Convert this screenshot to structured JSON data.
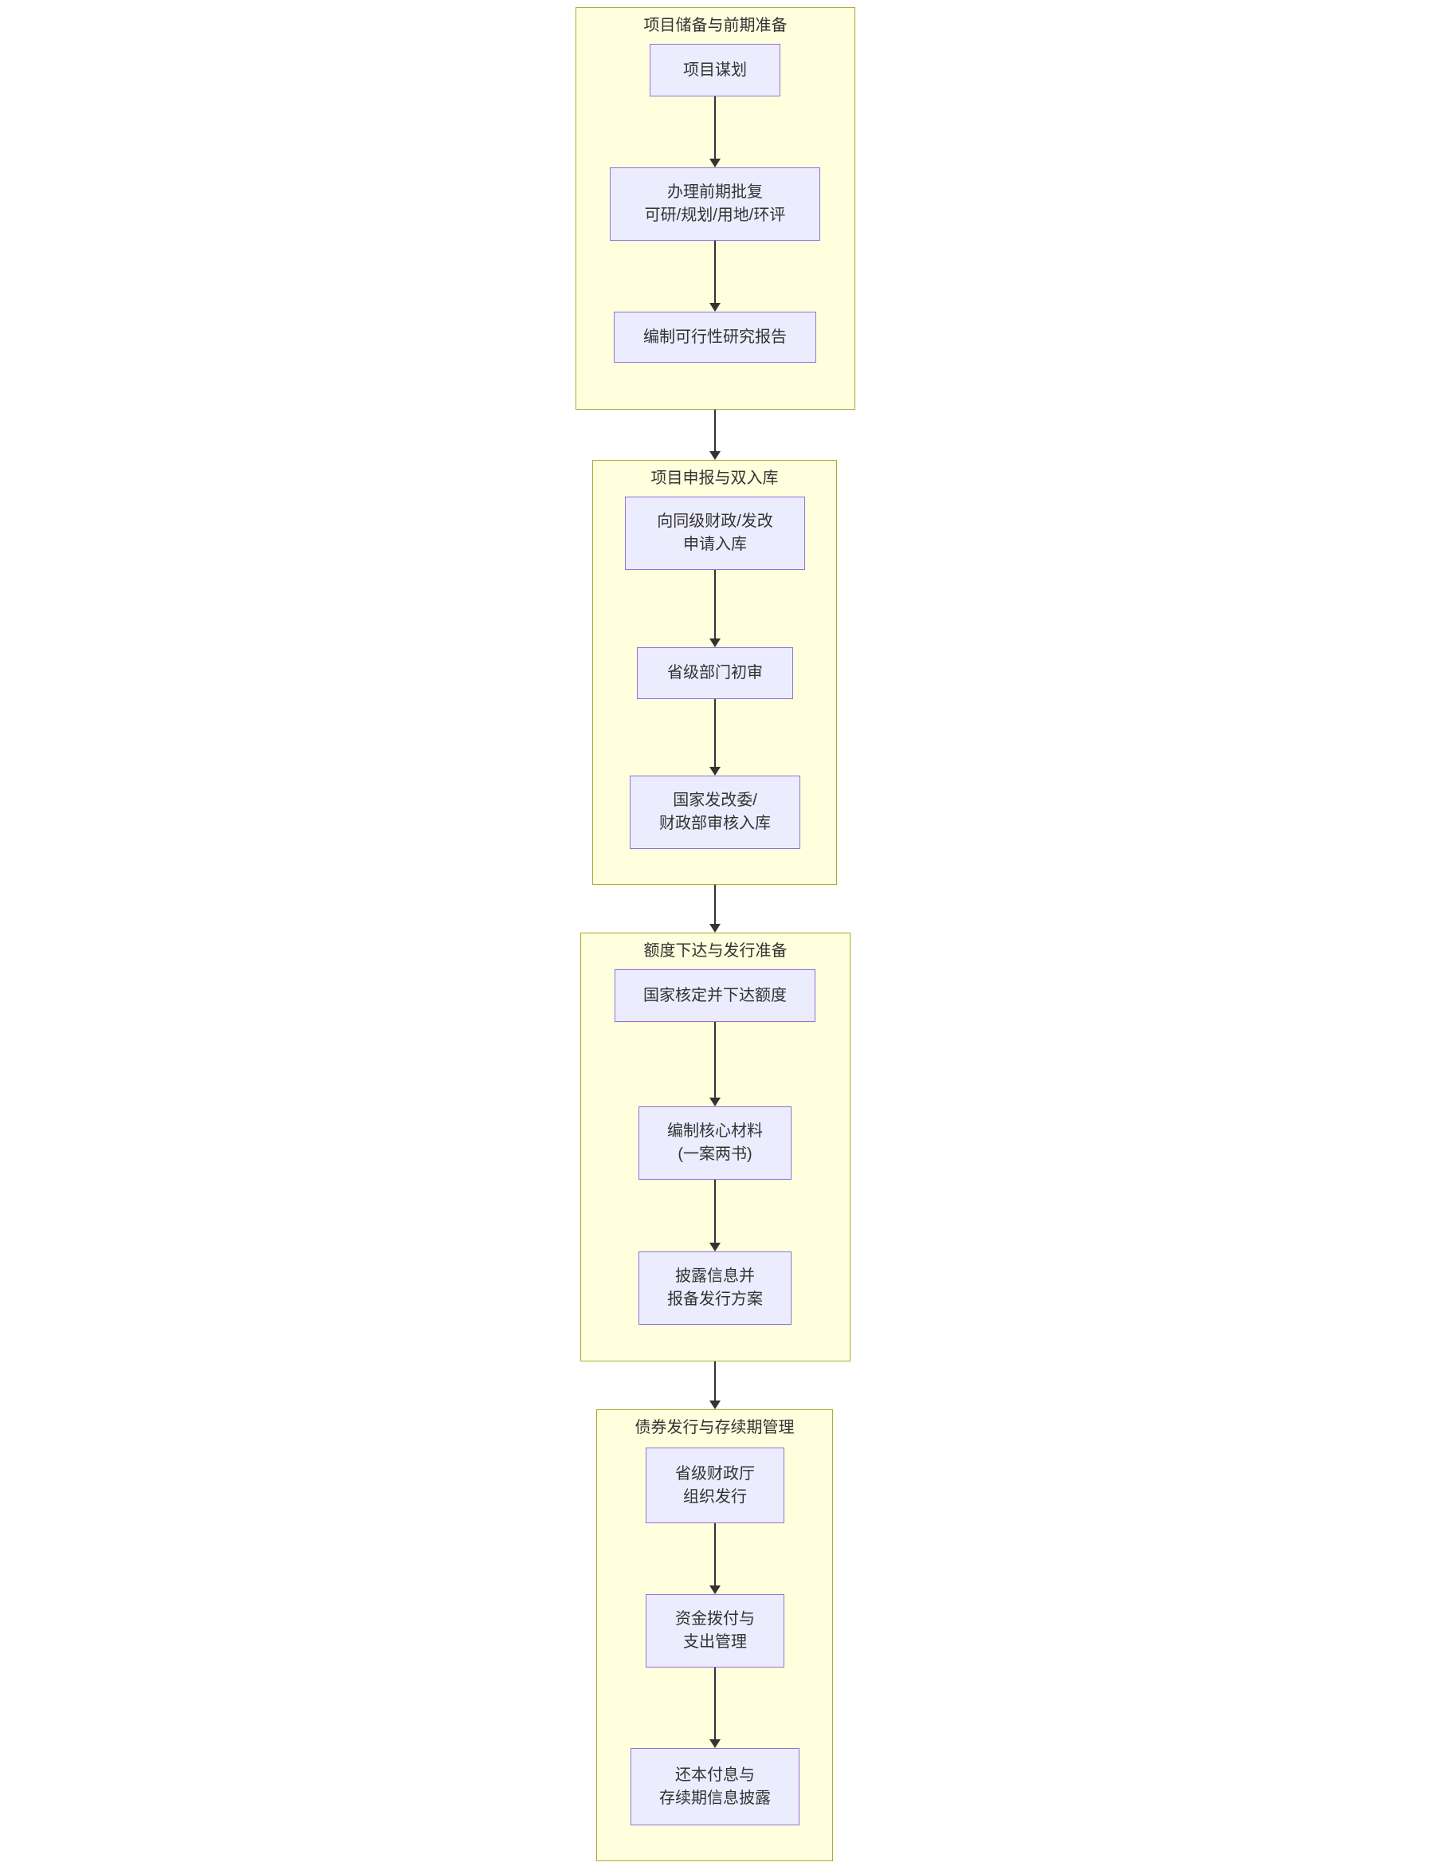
{
  "diagram": {
    "type": "flowchart-top-down",
    "colors": {
      "section_fill": "#ffffde",
      "section_border": "#aaaa33",
      "node_fill": "#ececff",
      "node_border": "#9370db",
      "text": "#333333",
      "arrow": "#333333",
      "background": "#ffffff"
    },
    "sections": [
      {
        "title": "项目储备与前期准备",
        "nodes": [
          {
            "lines": [
              "项目谋划"
            ]
          },
          {
            "lines": [
              "办理前期批复",
              "可研/规划/用地/环评"
            ]
          },
          {
            "lines": [
              "编制可行性研究报告"
            ]
          }
        ]
      },
      {
        "title": "项目申报与双入库",
        "nodes": [
          {
            "lines": [
              "向同级财政/发改",
              "申请入库"
            ]
          },
          {
            "lines": [
              "省级部门初审"
            ]
          },
          {
            "lines": [
              "国家发改委/",
              "财政部审核入库"
            ]
          }
        ]
      },
      {
        "title": "额度下达与发行准备",
        "nodes": [
          {
            "lines": [
              "国家核定并下达额度"
            ]
          },
          {
            "lines": [
              "编制核心材料",
              "(一案两书)"
            ]
          },
          {
            "lines": [
              "披露信息并",
              "报备发行方案"
            ]
          }
        ]
      },
      {
        "title": "债券发行与存续期管理",
        "nodes": [
          {
            "lines": [
              "省级财政厅",
              "组织发行"
            ]
          },
          {
            "lines": [
              "资金拨付与",
              "支出管理"
            ]
          },
          {
            "lines": [
              "还本付息与",
              "存续期信息披露"
            ]
          }
        ]
      }
    ],
    "flow_order": [
      "项目储备与前期准备",
      "项目申报与双入库",
      "额度下达与发行准备",
      "债券发行与存续期管理"
    ]
  }
}
